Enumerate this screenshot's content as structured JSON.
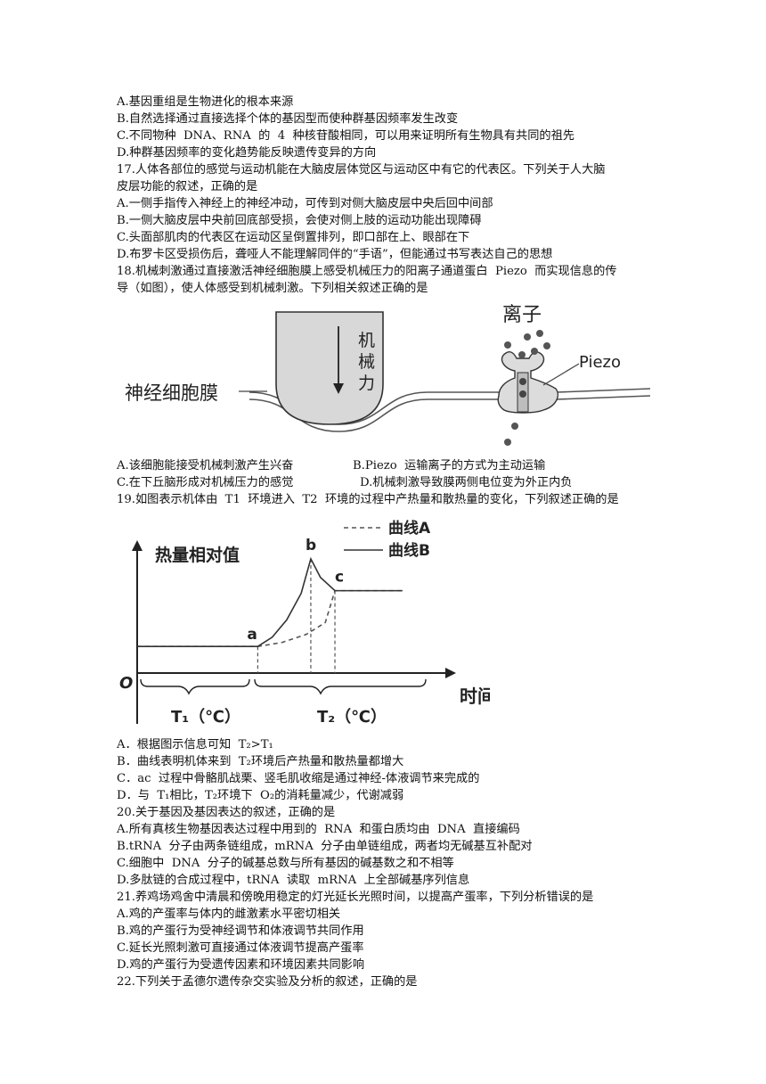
{
  "q16_options": [
    "A.基因重组是生物进化的根本来源",
    "B.自然选择通过直接选择个体的基因型而使种群基因频率发生改变",
    "C.不同物种  DNA、RNA  的  4  种核苷酸相同，可以用来证明所有生物具有共同的祖先",
    "D.种群基因频率的变化趋势能反映遗传变异的方向"
  ],
  "q17": {
    "stem_1": "17.人体各部位的感觉与运动机能在大脑皮层体觉区与运动区中有它的代表区。下列关于人大脑",
    "stem_2": "皮层功能的叙述，正确的是",
    "options": [
      "A.一侧手指传入神经上的神经冲动，可传到对侧大脑皮层中央后回中间部",
      "B.一侧大脑皮层中央前回底部受损，会使对侧上肢的运动功能出现障碍",
      "C.头面部肌肉的代表区在运动区呈倒置排列，即口部在上、眼部在下",
      "D.布罗卡区受损伤后，聋哑人不能理解同伴的“手语”，但能通过书写表达自己的思想"
    ]
  },
  "q18": {
    "stem_1": "18.机械刺激通过直接激活神经细胞膜上感受机械压力的阳离子通道蛋白  Piezo  而实现信息的传",
    "stem_2": "导（如图），使人体感受到机械刺激。下列相关叙述正确的是",
    "figure": {
      "label_membrane": "神经细胞膜",
      "label_force_1": "机",
      "label_force_2": "械",
      "label_force_3": "力",
      "label_ion": "离子",
      "label_piezo": "Piezo"
    },
    "options_row1_a": "A.该细胞能接受机械刺激产生兴奋",
    "options_row1_b": "B.Piezo  运输离子的方式为主动运输",
    "options_row2_a": "C.在下丘脑形成对机械压力的感觉",
    "options_row2_b": "D.机械刺激导致膜两侧电位变为外正内负"
  },
  "q19": {
    "stem": "19.如图表示机体由  T1  环境进入  T2  环境的过程中产热量和散热量的变化，下列叙述正确的是",
    "options": [
      "A．根据图示信息可知  T₂>T₁",
      "B．曲线表明机体来到  T₂环境后产热量和散热量都增大",
      "C．ac  过程中骨骼肌战栗、竖毛肌收缩是通过神经-体液调节来完成的",
      "D．与  T₁相比，T₂环境下  O₂的消耗量减少，代谢减弱"
    ]
  },
  "chart_data": {
    "type": "line",
    "title": "",
    "ylabel": "热量相对值",
    "xlabel": "时间",
    "origin_label": "O",
    "x_segments": [
      "T₁（℃）",
      "T₂（℃）"
    ],
    "point_labels": [
      "a",
      "b",
      "c"
    ],
    "series": [
      {
        "name": "曲线A",
        "style": "dashed",
        "x": [
          0,
          2.5,
          3.0,
          3.5,
          3.9,
          4.1,
          5.5
        ],
        "y": [
          1.0,
          1.0,
          1.15,
          1.45,
          1.9,
          3.1,
          3.1
        ]
      },
      {
        "name": "曲线B",
        "style": "solid",
        "x": [
          0,
          2.5,
          2.8,
          3.1,
          3.4,
          3.6,
          3.8,
          4.1,
          5.5
        ],
        "y": [
          1.0,
          1.0,
          1.35,
          2.0,
          3.0,
          4.3,
          3.6,
          3.1,
          3.1
        ]
      }
    ],
    "xlim": [
      0,
      6.5
    ],
    "ylim": [
      0,
      5.0
    ],
    "grid": false,
    "legend": "top-right"
  },
  "q20": {
    "stem": "20.关于基因及基因表达的叙述，正确的是",
    "options": [
      "A.所有真核生物基因表达过程中用到的  RNA  和蛋白质均由  DNA  直接编码",
      "B.tRNA  分子由两条链组成，mRNA  分子由单链组成，两者均无碱基互补配对",
      "C.细胞中  DNA  分子的碱基总数与所有基因的碱基数之和不相等",
      "D.多肽链的合成过程中，tRNA  读取  mRNA  上全部碱基序列信息"
    ]
  },
  "q21": {
    "stem": "21.养鸡场鸡舍中清晨和傍晚用稳定的灯光延长光照时间，以提高产蛋率，下列分析错误的是",
    "options": [
      "A.鸡的产蛋率与体内的雌激素水平密切相关",
      "B.鸡的产蛋行为受神经调节和体液调节共同作用",
      "C.延长光照刺激可直接通过体液调节提高产蛋率",
      "D.鸡的产蛋行为受遗传因素和环境因素共同影响"
    ]
  },
  "q22": {
    "stem": "22.下列关于孟德尔遗传杂交实验及分析的叙述，正确的是"
  }
}
